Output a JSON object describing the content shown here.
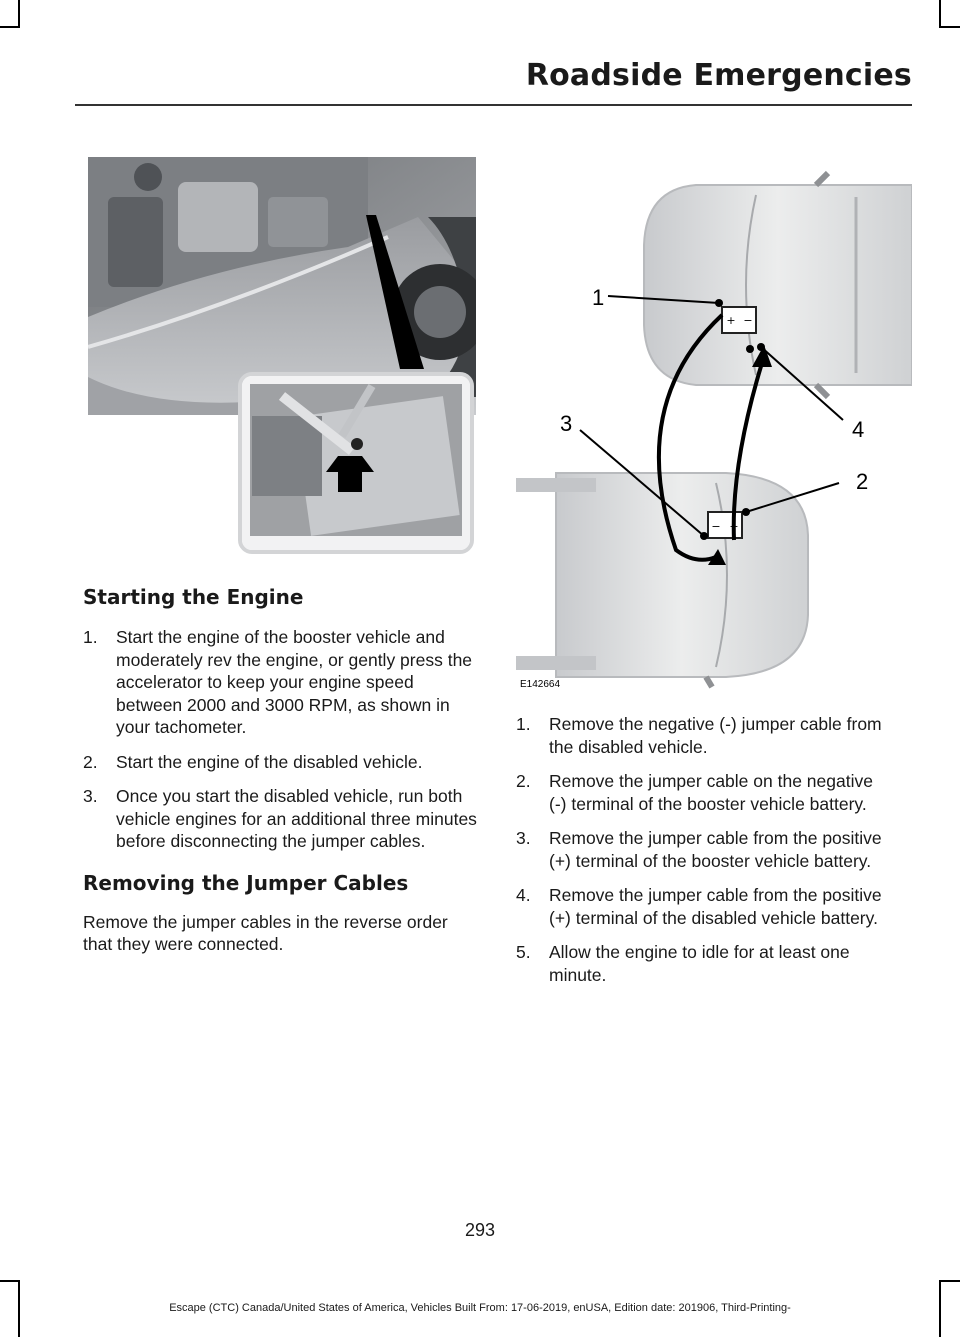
{
  "header": {
    "title": "Roadside Emergencies"
  },
  "left": {
    "starting": {
      "heading": "Starting the Engine",
      "items": [
        {
          "num": "1.",
          "text": "Start the engine of the booster vehicle and moderately rev the engine, or gently press the accelerator to keep your engine speed between 2000 and 3000 RPM, as shown in your tachometer."
        },
        {
          "num": "2.",
          "text": "Start the engine of the disabled vehicle."
        },
        {
          "num": "3.",
          "text": "Once you start the disabled vehicle, run both vehicle engines for an additional three minutes before disconnecting the jumper cables."
        }
      ]
    },
    "removing": {
      "heading": "Removing the Jumper Cables",
      "body": "Remove the jumper cables in the reverse order that they were connected."
    }
  },
  "figure": {
    "code": "E142664",
    "callouts": {
      "c1": "1",
      "c2": "2",
      "c3": "3",
      "c4": "4"
    }
  },
  "right": {
    "items": [
      {
        "num": "1.",
        "text": "Remove the negative (-) jumper cable from the disabled vehicle."
      },
      {
        "num": "2.",
        "text": "Remove the jumper cable on the negative (-) terminal of the booster vehicle battery."
      },
      {
        "num": "3.",
        "text": "Remove the jumper cable from the positive (+) terminal of the booster vehicle battery."
      },
      {
        "num": "4.",
        "text": "Remove the jumper cable from the positive (+) terminal of the disabled vehicle battery."
      },
      {
        "num": "5.",
        "text": "Allow the engine to idle for at least one minute."
      }
    ]
  },
  "footer": {
    "page_number": "293",
    "text": "Escape (CTC) Canada/United States of America, Vehicles Built From: 17-06-2019, enUSA, Edition date: 201906, Third-Printing-"
  }
}
